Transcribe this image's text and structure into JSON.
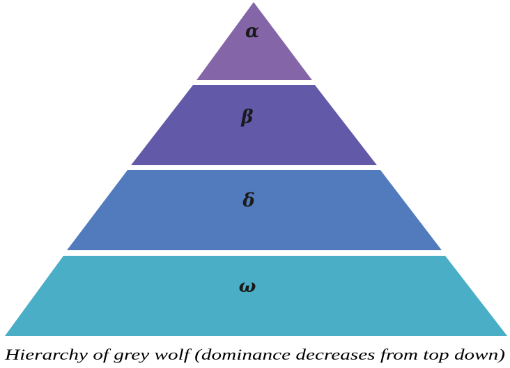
{
  "diagram": {
    "caption": "Hierarchy of grey wolf (dominance decreases from top down)",
    "tiers": [
      {
        "label": "α",
        "color": "#8466a8"
      },
      {
        "label": "β",
        "color": "#6259a8"
      },
      {
        "label": "δ",
        "color": "#527bbd"
      },
      {
        "label": "ω",
        "color": "#49aec6"
      }
    ]
  }
}
